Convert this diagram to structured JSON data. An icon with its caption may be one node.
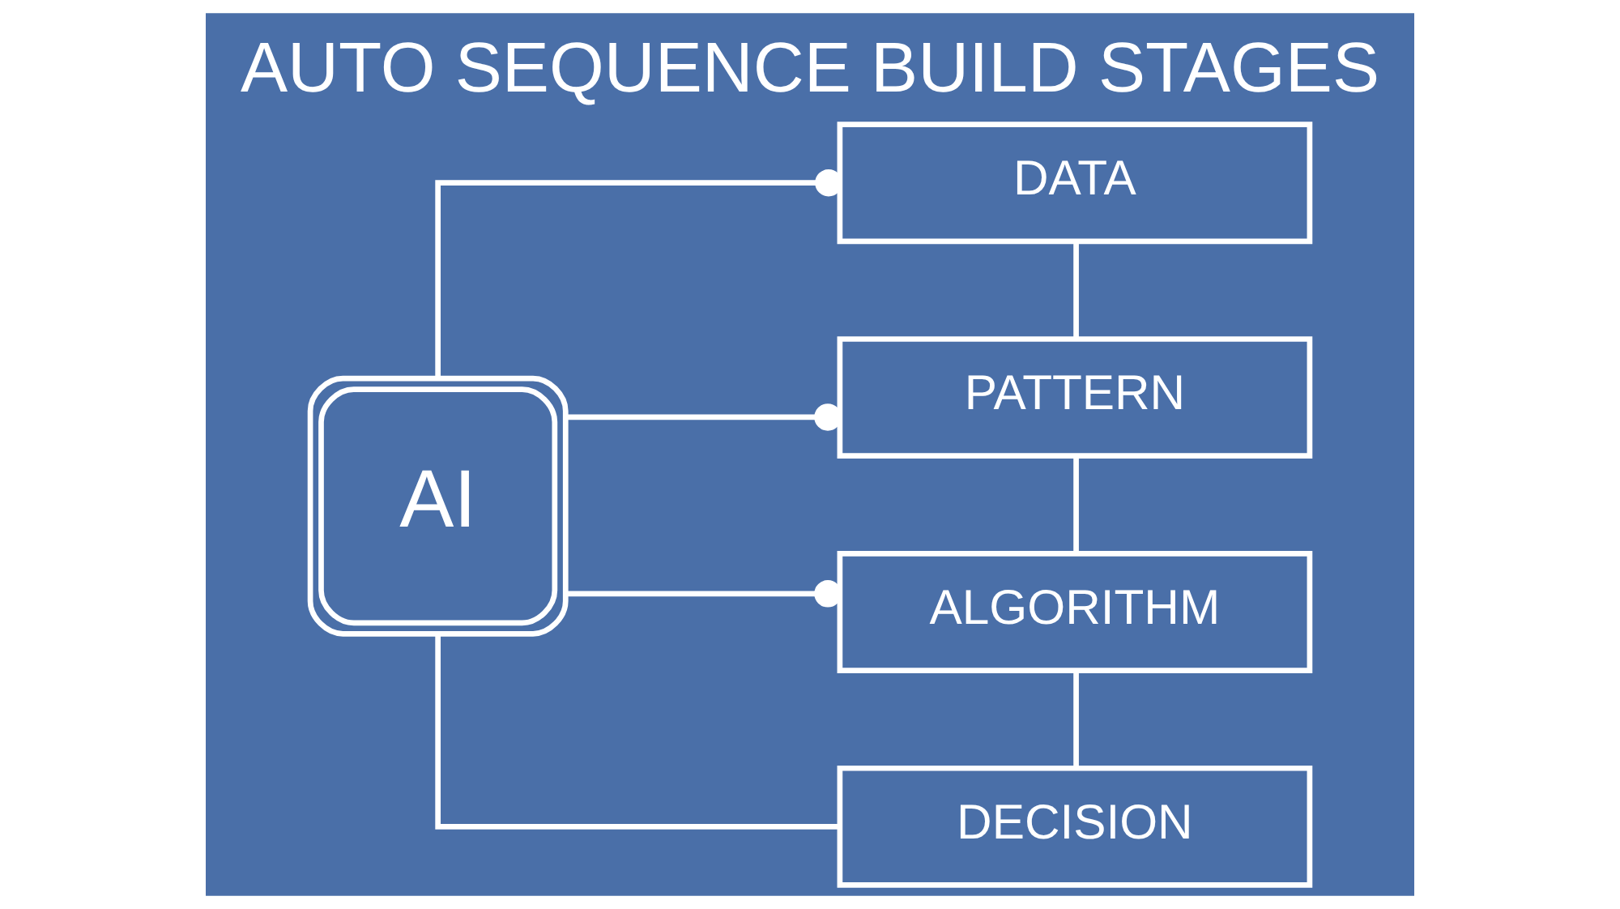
{
  "diagram": {
    "title": "AUTO SEQUENCE BUILD STAGES",
    "nodes": [
      {
        "text": [
          "AI"
        ]
      },
      {
        "text": [
          "DATA"
        ]
      },
      {
        "text": [
          "PATTERN"
        ]
      },
      {
        "text": [
          "ALGORITHM"
        ]
      },
      {
        "text": [
          "DECISION"
        ]
      }
    ],
    "edges": [
      {
        "from": 0,
        "to": 1,
        "arrow": "other"
      },
      {
        "from": 0,
        "to": 2,
        "arrow": "other"
      },
      {
        "from": 0,
        "to": 3,
        "arrow": "other"
      },
      {
        "from": 0,
        "to": 4,
        "arrow": "none"
      },
      {
        "from": 1,
        "to": 2,
        "arrow": "none"
      },
      {
        "from": 2,
        "to": 3,
        "arrow": "none"
      },
      {
        "from": 3,
        "to": 4,
        "arrow": "none"
      }
    ]
  }
}
